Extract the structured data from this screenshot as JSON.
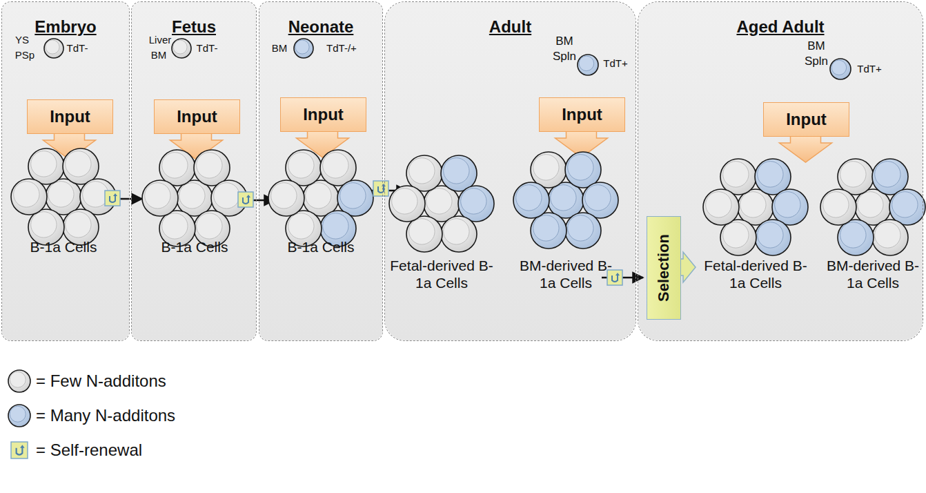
{
  "diagram": {
    "nodes": [
      {
        "text": [
          "Embryo"
        ]
      },
      {
        "text": [
          "Fetus"
        ]
      },
      {
        "text": [
          "Neonate"
        ]
      },
      {
        "text": [
          "Adult"
        ]
      },
      {
        "text": [
          "Aged Adult"
        ]
      },
      {
        "text": [
          "Input"
        ],
        "in": 0
      },
      {
        "text": [
          "Input"
        ],
        "in": 1
      },
      {
        "text": [
          "Input"
        ],
        "in": 2
      },
      {
        "text": [
          "Input"
        ],
        "in": 3
      },
      {
        "text": [
          "Selection"
        ],
        "in": 4
      },
      {
        "text": [
          "Input"
        ],
        "in": 4
      }
    ],
    "edges": [],
    "labels": [
      "YS",
      "PSp",
      "TdT-",
      "Liver",
      "BM",
      "TdT-",
      "BM",
      "TdT-/+",
      "BM",
      "Spln",
      "TdT+",
      "BM",
      "Spln",
      "TdT+",
      "B-1a Cells",
      "B-1a Cells",
      "B-1a Cells",
      "Fetal-derived B-1a Cells",
      "BM-derived B-1a Cells",
      "Fetal-derived B-1a Cells",
      "BM-derived B-1a Cells"
    ],
    "legend": [
      {
        "text": "= Few N-additons"
      },
      {
        "text": "= Many N-additons"
      },
      {
        "text": "= Self-renewal"
      }
    ]
  }
}
